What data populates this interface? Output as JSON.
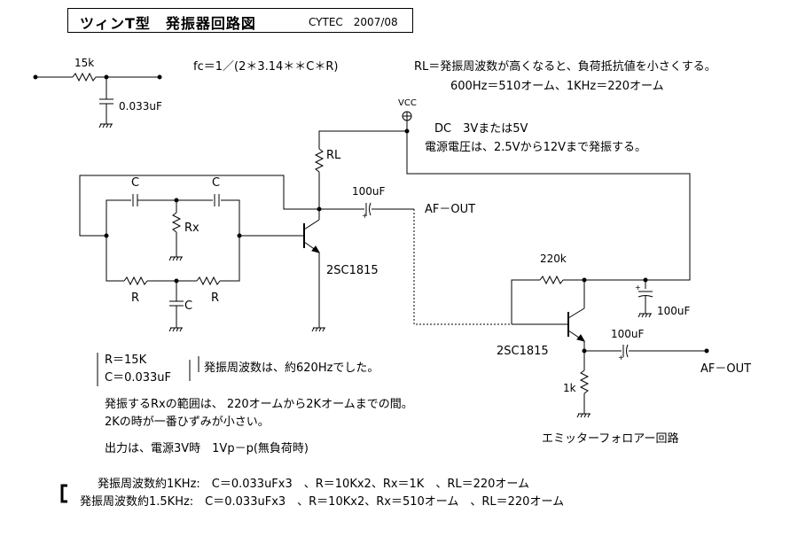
{
  "title": {
    "main": "ツィンT型　発振器回路図",
    "company_date": "CYTEC　2007/08"
  },
  "ref_circuit": {
    "resistor": "15k",
    "capacitor": "0.033uF"
  },
  "formula": "fc＝1／(2＊3.14＊＊C＊R)",
  "rl_note": {
    "line1": "RL＝発振周波数が高くなると、負荷抵抗値を小さくする。",
    "line2": "600Hz＝510オーム、1KHz＝220オーム"
  },
  "supply": {
    "vcc": "VCC",
    "line1": "DC　3Vまたは5V",
    "line2": "電源電圧は、2.5Vから12Vまで発振する。"
  },
  "oscillator": {
    "c_top_left": "C",
    "c_top_right": "C",
    "rx": "Rx",
    "r_left": "R",
    "r_right": "R",
    "c_bottom": "C",
    "rl": "RL",
    "transistor": "2SC1815",
    "coupling_cap": "100uF",
    "output": "AF－OUT"
  },
  "follower": {
    "bias_resistor": "220k",
    "decoupling_cap": "100uF",
    "transistor": "2SC1815",
    "output_cap": "100uF",
    "emitter_resistor": "1k",
    "output": "AF－OUT",
    "caption": "エミッターフォロアー回路"
  },
  "result_box": {
    "r_value": "R＝15K",
    "c_value": "C＝0.033uF",
    "result": "発振周波数は、約620Hzでした。"
  },
  "notes": {
    "rx_range": "発振するRxの範囲は、 220オームから2Kオームまでの間。",
    "distortion": "2Kの時が一番ひずみが小さい。",
    "output_level": "出力は、電源3V時　1Vp－p(無負荷時)"
  },
  "examples": {
    "line1": "発振周波数約1KHz:　C＝0.033uFx3　、R＝10Kx2、Rx＝1K　、RL＝220オーム",
    "line2": "発振周波数約1.5KHz:　C＝0.033uFx3　、R＝10Kx2、Rx＝510オーム　、RL＝220オーム"
  }
}
